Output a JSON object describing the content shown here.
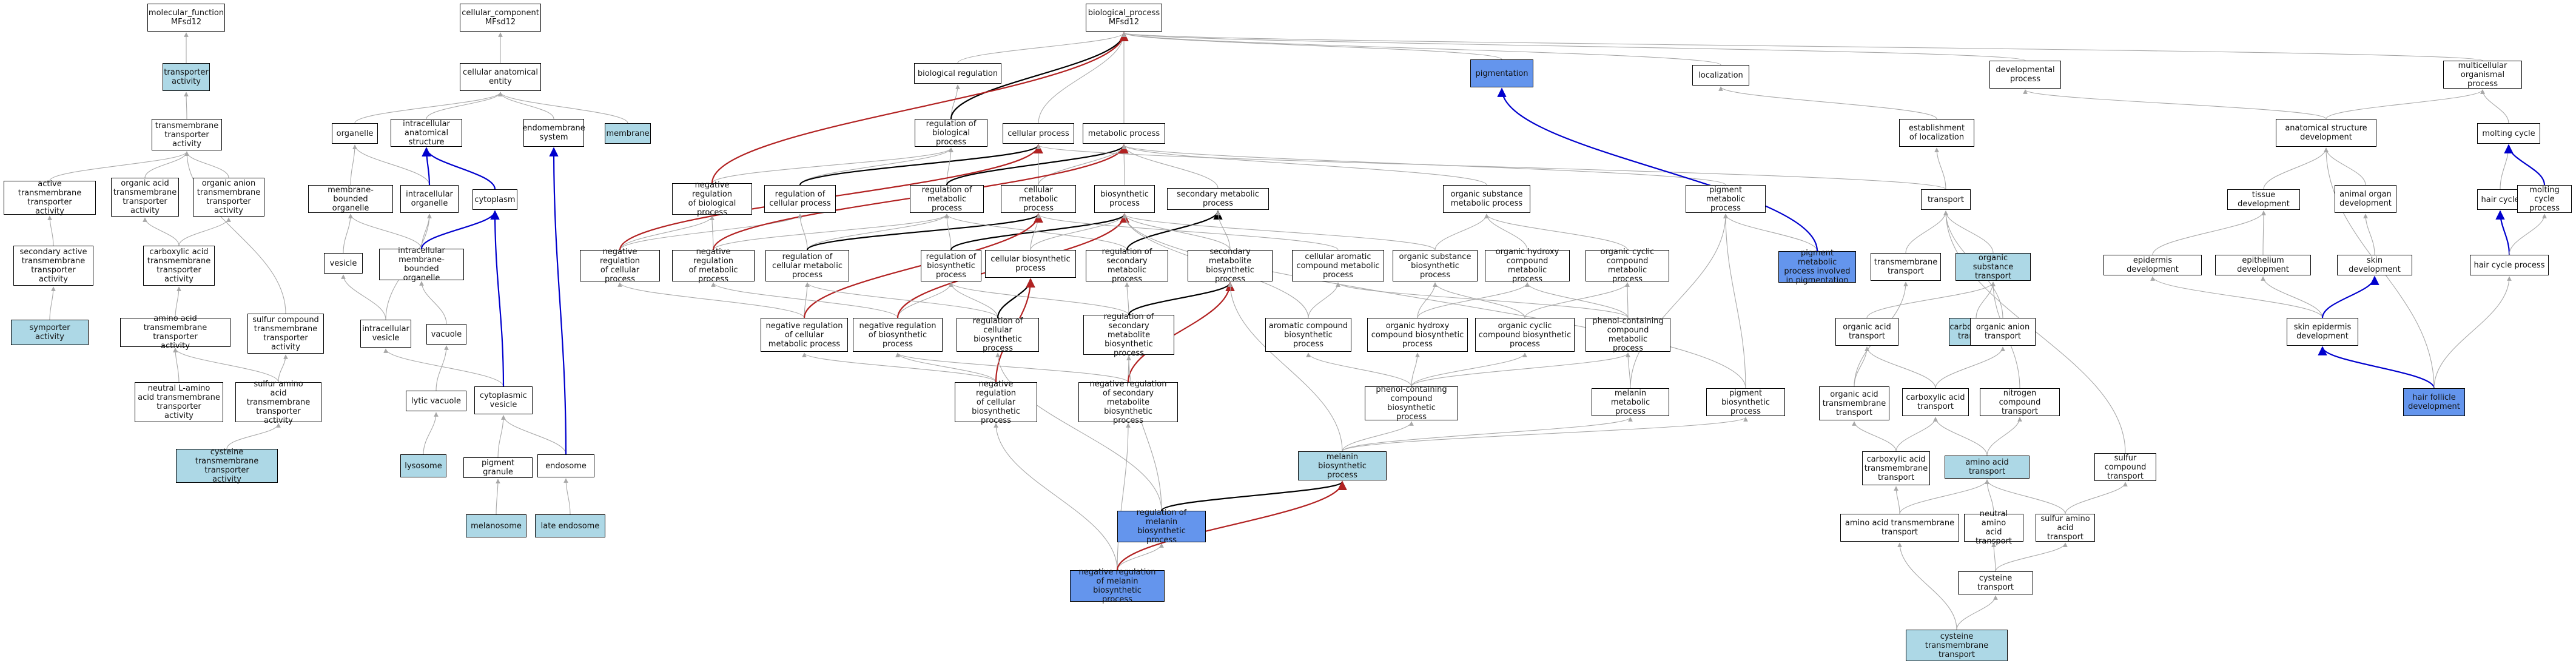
{
  "colors": {
    "gray": "#a8a8a8",
    "red": "#b22222",
    "blue": "#0000cd",
    "black": "#000000",
    "light": "#add8e6",
    "blue_fill": "#6495ed"
  },
  "nodes": [
    {
      "id": "mf",
      "label": "molecular_function\nMFsd12"
    },
    {
      "id": "ta",
      "label": "transporter\nactivity",
      "style": "light"
    },
    {
      "id": "tmta",
      "label": "transmembrane\ntransporter\nactivity"
    },
    {
      "id": "atta",
      "label": "active transmembrane\ntransporter\nactivity"
    },
    {
      "id": "oatta",
      "label": "organic acid\ntransmembrane\ntransporter\nactivity"
    },
    {
      "id": "oanta",
      "label": "organic anion\ntransmembrane\ntransporter\nactivity"
    },
    {
      "id": "satta",
      "label": "secondary active\ntransmembrane\ntransporter\nactivity"
    },
    {
      "id": "cata",
      "label": "carboxylic acid\ntransmembrane\ntransporter\nactivity"
    },
    {
      "id": "sympa",
      "label": "symporter activity",
      "style": "light"
    },
    {
      "id": "aatta",
      "label": "amino acid transmembrane\ntransporter\nactivity"
    },
    {
      "id": "sctta",
      "label": "sulfur compound\ntransmembrane\ntransporter\nactivity"
    },
    {
      "id": "nlaa",
      "label": "neutral L-amino\nacid transmembrane\ntransporter\nactivity"
    },
    {
      "id": "saata",
      "label": "sulfur amino\nacid transmembrane\ntransporter\nactivity"
    },
    {
      "id": "cysta",
      "label": "cysteine transmembrane\ntransporter\nactivity",
      "style": "light"
    },
    {
      "id": "cc",
      "label": "cellular_component\nMFsd12"
    },
    {
      "id": "cae",
      "label": "cellular anatomical\nentity"
    },
    {
      "id": "org",
      "label": "organelle"
    },
    {
      "id": "ias",
      "label": "intracellular\nanatomical structure"
    },
    {
      "id": "ems",
      "label": "endomembrane\nsystem"
    },
    {
      "id": "mem",
      "label": "membrane",
      "style": "light"
    },
    {
      "id": "mbo",
      "label": "membrane-bounded\norganelle"
    },
    {
      "id": "io",
      "label": "intracellular\norganelle"
    },
    {
      "id": "cyt",
      "label": "cytoplasm"
    },
    {
      "id": "ves",
      "label": "vesicle"
    },
    {
      "id": "imbo",
      "label": "intracellular\nmembrane-bounded\norganelle"
    },
    {
      "id": "ivs",
      "label": "intracellular\nvesicle"
    },
    {
      "id": "vac",
      "label": "vacuole"
    },
    {
      "id": "lvac",
      "label": "lytic vacuole"
    },
    {
      "id": "cyv",
      "label": "cytoplasmic\nvesicle"
    },
    {
      "id": "lys",
      "label": "lysosome",
      "style": "light"
    },
    {
      "id": "pg",
      "label": "pigment granule"
    },
    {
      "id": "endo",
      "label": "endosome"
    },
    {
      "id": "mel",
      "label": "melanosome",
      "style": "light"
    },
    {
      "id": "le",
      "label": "late endosome",
      "style": "light"
    },
    {
      "id": "bp",
      "label": "biological_process\nMFsd12"
    },
    {
      "id": "breg",
      "label": "biological regulation"
    },
    {
      "id": "rbp",
      "label": "regulation of\nbiological process"
    },
    {
      "id": "cp",
      "label": "cellular process"
    },
    {
      "id": "mp",
      "label": "metabolic process"
    },
    {
      "id": "nrbp",
      "label": "negative regulation\nof biological\nprocess"
    },
    {
      "id": "rcp",
      "label": "regulation of\ncellular process"
    },
    {
      "id": "rmp",
      "label": "regulation of\nmetabolic process"
    },
    {
      "id": "cmp",
      "label": "cellular metabolic\nprocess"
    },
    {
      "id": "bsp",
      "label": "biosynthetic\nprocess"
    },
    {
      "id": "smp",
      "label": "secondary metabolic\nprocess"
    },
    {
      "id": "nrcp",
      "label": "negative regulation\nof cellular\nprocess"
    },
    {
      "id": "nrmp",
      "label": "negative regulation\nof metabolic\nprocess"
    },
    {
      "id": "rcmp",
      "label": "regulation of\ncellular metabolic\nprocess"
    },
    {
      "id": "rbsp",
      "label": "regulation of\nbiosynthetic\nprocess"
    },
    {
      "id": "cbsp",
      "label": "cellular biosynthetic\nprocess"
    },
    {
      "id": "rsmp",
      "label": "regulation of\nsecondary metabolic\nprocess"
    },
    {
      "id": "smbp",
      "label": "secondary metabolite\nbiosynthetic\nprocess"
    },
    {
      "id": "nrcmp",
      "label": "negative regulation\nof cellular\nmetabolic process"
    },
    {
      "id": "nrbsp",
      "label": "negative regulation\nof biosynthetic\nprocess"
    },
    {
      "id": "rcbsp",
      "label": "regulation of\ncellular biosynthetic\nprocess"
    },
    {
      "id": "rsmbp",
      "label": "regulation of\nsecondary metabolite\nbiosynthetic\nprocess"
    },
    {
      "id": "nrcbsp",
      "label": "negative regulation\nof cellular\nbiosynthetic\nprocess"
    },
    {
      "id": "nrsmbp",
      "label": "negative regulation\nof secondary\nmetabolite biosynthetic\nprocess"
    },
    {
      "id": "pig",
      "label": "pigmentation",
      "style": "blue"
    },
    {
      "id": "loc",
      "label": "localization"
    },
    {
      "id": "dev",
      "label": "developmental\nprocess"
    },
    {
      "id": "mcop",
      "label": "multicellular\norganismal process"
    },
    {
      "id": "eloc",
      "label": "establishment\nof localization"
    },
    {
      "id": "asd",
      "label": "anatomical structure\ndevelopment"
    },
    {
      "id": "molt",
      "label": "molting cycle"
    },
    {
      "id": "osmp",
      "label": "organic substance\nmetabolic process"
    },
    {
      "id": "pmp",
      "label": "pigment metabolic\nprocess"
    },
    {
      "id": "trans",
      "label": "transport"
    },
    {
      "id": "tdev",
      "label": "tissue development"
    },
    {
      "id": "aod",
      "label": "animal organ\ndevelopment"
    },
    {
      "id": "hc",
      "label": "hair cycle"
    },
    {
      "id": "mcp",
      "label": "molting cycle\nprocess"
    },
    {
      "id": "cacmp",
      "label": "cellular aromatic\ncompound metabolic\nprocess"
    },
    {
      "id": "osbp",
      "label": "organic substance\nbiosynthetic\nprocess"
    },
    {
      "id": "ohcmp",
      "label": "organic hydroxy\ncompound metabolic\nprocess"
    },
    {
      "id": "occmp",
      "label": "organic cyclic\ncompound metabolic\nprocess"
    },
    {
      "id": "pmpip",
      "label": "pigment metabolic\nprocess involved\nin pigmentation",
      "style": "blue"
    },
    {
      "id": "tmt",
      "label": "transmembrane\ntransport"
    },
    {
      "id": "ost",
      "label": "organic substance\ntransport",
      "style": "light"
    },
    {
      "id": "epd",
      "label": "epidermis development"
    },
    {
      "id": "epi",
      "label": "epithelium development"
    },
    {
      "id": "skd",
      "label": "skin development"
    },
    {
      "id": "hcp",
      "label": "hair cycle process"
    },
    {
      "id": "acbp",
      "label": "aromatic compound\nbiosynthetic\nprocess"
    },
    {
      "id": "ohcbp",
      "label": "organic hydroxy\ncompound biosynthetic\nprocess"
    },
    {
      "id": "occbp",
      "label": "organic cyclic\ncompound biosynthetic\nprocess"
    },
    {
      "id": "pccmp",
      "label": "phenol-containing\ncompound metabolic\nprocess"
    },
    {
      "id": "oat",
      "label": "organic acid\ntransport"
    },
    {
      "id": "cht",
      "label": "carbohydrate\ntransport",
      "style": "light"
    },
    {
      "id": "oant",
      "label": "organic anion\ntransport"
    },
    {
      "id": "sked",
      "label": "skin epidermis\ndevelopment"
    },
    {
      "id": "pccbp",
      "label": "phenol-containing\ncompound biosynthetic\nprocess"
    },
    {
      "id": "melmp",
      "label": "melanin metabolic\nprocess"
    },
    {
      "id": "pbsp",
      "label": "pigment biosynthetic\nprocess"
    },
    {
      "id": "oatmt",
      "label": "organic acid\ntransmembrane\ntransport"
    },
    {
      "id": "cat",
      "label": "carboxylic acid\ntransport"
    },
    {
      "id": "nct",
      "label": "nitrogen compound\ntransport"
    },
    {
      "id": "hfd",
      "label": "hair follicle\ndevelopment",
      "style": "blue"
    },
    {
      "id": "melbp",
      "label": "melanin biosynthetic\nprocess",
      "style": "light"
    },
    {
      "id": "catmt",
      "label": "carboxylic acid\ntransmembrane\ntransport"
    },
    {
      "id": "aat",
      "label": "amino acid transport",
      "style": "light"
    },
    {
      "id": "sct",
      "label": "sulfur compound\ntransport"
    },
    {
      "id": "rmbp",
      "label": "regulation of\nmelanin biosynthetic\nprocess",
      "style": "blue"
    },
    {
      "id": "aatmt",
      "label": "amino acid transmembrane\ntransport"
    },
    {
      "id": "naat",
      "label": "neutral amino\nacid transport"
    },
    {
      "id": "saat",
      "label": "sulfur amino\nacid transport"
    },
    {
      "id": "nrmbp",
      "label": "negative regulation\nof melanin biosynthetic\nprocess",
      "style": "blue"
    },
    {
      "id": "cyst",
      "label": "cysteine transport"
    },
    {
      "id": "cystmt",
      "label": "cysteine transmembrane\ntransport",
      "style": "light"
    }
  ],
  "edges": [
    [
      "ta",
      "mf",
      "gray"
    ],
    [
      "tmta",
      "ta",
      "gray"
    ],
    [
      "atta",
      "tmta",
      "gray"
    ],
    [
      "oatta",
      "tmta",
      "gray"
    ],
    [
      "oanta",
      "tmta",
      "gray"
    ],
    [
      "satta",
      "atta",
      "gray"
    ],
    [
      "cata",
      "oatta",
      "gray"
    ],
    [
      "cata",
      "oanta",
      "gray"
    ],
    [
      "sympa",
      "satta",
      "gray"
    ],
    [
      "aatta",
      "cata",
      "gray"
    ],
    [
      "sctta",
      "tmta",
      "gray"
    ],
    [
      "nlaa",
      "aatta",
      "gray"
    ],
    [
      "saata",
      "aatta",
      "gray"
    ],
    [
      "saata",
      "sctta",
      "gray"
    ],
    [
      "cysta",
      "saata",
      "gray"
    ],
    [
      "cae",
      "cc",
      "gray"
    ],
    [
      "org",
      "cae",
      "gray"
    ],
    [
      "ias",
      "cae",
      "gray"
    ],
    [
      "ems",
      "cae",
      "gray"
    ],
    [
      "mem",
      "cae",
      "gray"
    ],
    [
      "mbo",
      "org",
      "gray"
    ],
    [
      "io",
      "org",
      "gray"
    ],
    [
      "io",
      "ias",
      "blue"
    ],
    [
      "cyt",
      "ias",
      "blue"
    ],
    [
      "ves",
      "mbo",
      "gray"
    ],
    [
      "imbo",
      "mbo",
      "gray"
    ],
    [
      "imbo",
      "io",
      "gray"
    ],
    [
      "imbo",
      "cyt",
      "blue"
    ],
    [
      "ivs",
      "ves",
      "gray"
    ],
    [
      "ivs",
      "io",
      "gray"
    ],
    [
      "vac",
      "imbo",
      "gray"
    ],
    [
      "lvac",
      "vac",
      "gray"
    ],
    [
      "cyv",
      "ivs",
      "gray"
    ],
    [
      "cyv",
      "cyt",
      "blue"
    ],
    [
      "lys",
      "lvac",
      "gray"
    ],
    [
      "pg",
      "cyv",
      "gray"
    ],
    [
      "endo",
      "cyv",
      "gray"
    ],
    [
      "endo",
      "ems",
      "blue"
    ],
    [
      "mel",
      "pg",
      "gray"
    ],
    [
      "le",
      "endo",
      "gray"
    ],
    [
      "breg",
      "bp",
      "gray"
    ],
    [
      "rbp",
      "breg",
      "gray"
    ],
    [
      "rbp",
      "bp",
      "black"
    ],
    [
      "cp",
      "bp",
      "gray"
    ],
    [
      "mp",
      "bp",
      "gray"
    ],
    [
      "nrbp",
      "rbp",
      "gray"
    ],
    [
      "nrbp",
      "bp",
      "red"
    ],
    [
      "rcp",
      "rbp",
      "gray"
    ],
    [
      "rcp",
      "cp",
      "black"
    ],
    [
      "rmp",
      "rbp",
      "gray"
    ],
    [
      "rmp",
      "mp",
      "black"
    ],
    [
      "cmp",
      "cp",
      "gray"
    ],
    [
      "cmp",
      "mp",
      "gray"
    ],
    [
      "bsp",
      "mp",
      "gray"
    ],
    [
      "smp",
      "mp",
      "gray"
    ],
    [
      "nrcp",
      "nrbp",
      "gray"
    ],
    [
      "nrcp",
      "rcp",
      "gray"
    ],
    [
      "nrcp",
      "cp",
      "red"
    ],
    [
      "nrmp",
      "nrbp",
      "gray"
    ],
    [
      "nrmp",
      "rmp",
      "gray"
    ],
    [
      "nrmp",
      "mp",
      "red"
    ],
    [
      "rcmp",
      "rcp",
      "gray"
    ],
    [
      "rcmp",
      "rmp",
      "gray"
    ],
    [
      "rcmp",
      "cmp",
      "black"
    ],
    [
      "rbsp",
      "rmp",
      "gray"
    ],
    [
      "rbsp",
      "bsp",
      "black"
    ],
    [
      "cbsp",
      "cmp",
      "gray"
    ],
    [
      "cbsp",
      "bsp",
      "gray"
    ],
    [
      "rsmp",
      "rmp",
      "gray"
    ],
    [
      "rsmp",
      "smp",
      "black"
    ],
    [
      "smbp",
      "bsp",
      "gray"
    ],
    [
      "smbp",
      "smp",
      "gray"
    ],
    [
      "nrcmp",
      "nrcp",
      "gray"
    ],
    [
      "nrcmp",
      "rcmp",
      "gray"
    ],
    [
      "nrcmp",
      "cmp",
      "red"
    ],
    [
      "nrbsp",
      "nrmp",
      "gray"
    ],
    [
      "nrbsp",
      "rbsp",
      "gray"
    ],
    [
      "nrbsp",
      "bsp",
      "red"
    ],
    [
      "rcbsp",
      "rcmp",
      "gray"
    ],
    [
      "rcbsp",
      "rbsp",
      "gray"
    ],
    [
      "rcbsp",
      "cbsp",
      "black"
    ],
    [
      "rsmbp",
      "rsmp",
      "gray"
    ],
    [
      "rsmbp",
      "rbsp",
      "gray"
    ],
    [
      "rsmbp",
      "smbp",
      "black"
    ],
    [
      "nrcbsp",
      "nrcmp",
      "gray"
    ],
    [
      "nrcbsp",
      "nrbsp",
      "gray"
    ],
    [
      "nrcbsp",
      "cbsp",
      "red"
    ],
    [
      "nrsmbp",
      "nrbsp",
      "gray"
    ],
    [
      "nrsmbp",
      "rsmbp",
      "gray"
    ],
    [
      "nrsmbp",
      "smbp",
      "red"
    ],
    [
      "pig",
      "bp",
      "gray"
    ],
    [
      "loc",
      "bp",
      "gray"
    ],
    [
      "dev",
      "bp",
      "gray"
    ],
    [
      "mcop",
      "bp",
      "gray"
    ],
    [
      "eloc",
      "loc",
      "gray"
    ],
    [
      "asd",
      "dev",
      "gray"
    ],
    [
      "asd",
      "mcop",
      "gray"
    ],
    [
      "molt",
      "mcop",
      "gray"
    ],
    [
      "osmp",
      "mp",
      "gray"
    ],
    [
      "pmp",
      "mp",
      "gray"
    ],
    [
      "trans",
      "eloc",
      "gray"
    ],
    [
      "trans",
      "cp",
      "gray"
    ],
    [
      "tdev",
      "asd",
      "gray"
    ],
    [
      "aod",
      "asd",
      "gray"
    ],
    [
      "hc",
      "molt",
      "gray"
    ],
    [
      "mcp",
      "molt",
      "blue"
    ],
    [
      "cacmp",
      "cmp",
      "gray"
    ],
    [
      "osbp",
      "osmp",
      "gray"
    ],
    [
      "osbp",
      "bsp",
      "gray"
    ],
    [
      "ohcmp",
      "osmp",
      "gray"
    ],
    [
      "occmp",
      "osmp",
      "gray"
    ],
    [
      "pmpip",
      "pmp",
      "gray"
    ],
    [
      "pmpip",
      "pig",
      "blue"
    ],
    [
      "tmt",
      "trans",
      "gray"
    ],
    [
      "ost",
      "trans",
      "gray"
    ],
    [
      "epd",
      "tdev",
      "gray"
    ],
    [
      "epi",
      "tdev",
      "gray"
    ],
    [
      "skd",
      "aod",
      "gray"
    ],
    [
      "hcp",
      "hc",
      "blue"
    ],
    [
      "hcp",
      "mcp",
      "gray"
    ],
    [
      "acbp",
      "cacmp",
      "gray"
    ],
    [
      "acbp",
      "bsp",
      "gray"
    ],
    [
      "ohcbp",
      "ohcmp",
      "gray"
    ],
    [
      "ohcbp",
      "osbp",
      "gray"
    ],
    [
      "occbp",
      "occmp",
      "gray"
    ],
    [
      "occbp",
      "osbp",
      "gray"
    ],
    [
      "pccmp",
      "cacmp",
      "gray"
    ],
    [
      "pccmp",
      "ohcmp",
      "gray"
    ],
    [
      "pccmp",
      "occmp",
      "gray"
    ],
    [
      "oat",
      "ost",
      "gray"
    ],
    [
      "cht",
      "ost",
      "gray"
    ],
    [
      "oant",
      "trans",
      "gray"
    ],
    [
      "sked",
      "epd",
      "gray"
    ],
    [
      "sked",
      "epi",
      "gray"
    ],
    [
      "sked",
      "skd",
      "blue"
    ],
    [
      "pccbp",
      "pccmp",
      "gray"
    ],
    [
      "pccbp",
      "acbp",
      "gray"
    ],
    [
      "pccbp",
      "ohcbp",
      "gray"
    ],
    [
      "pccbp",
      "occbp",
      "gray"
    ],
    [
      "melmp",
      "pccmp",
      "gray"
    ],
    [
      "melmp",
      "pmp",
      "gray"
    ],
    [
      "pbsp",
      "pmp",
      "gray"
    ],
    [
      "pbsp",
      "bsp",
      "gray"
    ],
    [
      "oatmt",
      "oat",
      "gray"
    ],
    [
      "oatmt",
      "tmt",
      "gray"
    ],
    [
      "cat",
      "oat",
      "gray"
    ],
    [
      "cat",
      "oant",
      "gray"
    ],
    [
      "nct",
      "ost",
      "gray"
    ],
    [
      "hfd",
      "sked",
      "blue"
    ],
    [
      "hfd",
      "hcp",
      "gray"
    ],
    [
      "hfd",
      "asd",
      "gray"
    ],
    [
      "melbp",
      "melmp",
      "gray"
    ],
    [
      "melbp",
      "pccbp",
      "gray"
    ],
    [
      "melbp",
      "pbsp",
      "gray"
    ],
    [
      "melbp",
      "smbp",
      "gray"
    ],
    [
      "catmt",
      "cat",
      "gray"
    ],
    [
      "catmt",
      "oatmt",
      "gray"
    ],
    [
      "aat",
      "cat",
      "gray"
    ],
    [
      "aat",
      "nct",
      "gray"
    ],
    [
      "sct",
      "trans",
      "gray"
    ],
    [
      "rmbp",
      "rsmbp",
      "gray"
    ],
    [
      "rmbp",
      "rcbsp",
      "gray"
    ],
    [
      "rmbp",
      "melbp",
      "black"
    ],
    [
      "aatmt",
      "aat",
      "gray"
    ],
    [
      "aatmt",
      "catmt",
      "gray"
    ],
    [
      "naat",
      "aat",
      "gray"
    ],
    [
      "saat",
      "aat",
      "gray"
    ],
    [
      "saat",
      "sct",
      "gray"
    ],
    [
      "nrmbp",
      "rmbp",
      "gray"
    ],
    [
      "nrmbp",
      "nrsmbp",
      "gray"
    ],
    [
      "nrmbp",
      "nrcbsp",
      "gray"
    ],
    [
      "nrmbp",
      "melbp",
      "red"
    ],
    [
      "cyst",
      "saat",
      "gray"
    ],
    [
      "cyst",
      "naat",
      "gray"
    ],
    [
      "cystmt",
      "cyst",
      "gray"
    ],
    [
      "cystmt",
      "aatmt",
      "gray"
    ]
  ]
}
